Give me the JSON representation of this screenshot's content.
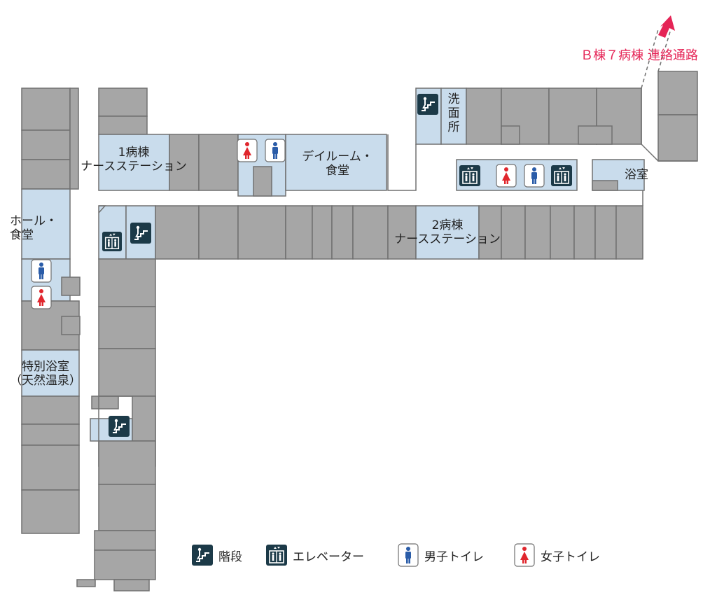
{
  "colors": {
    "room": "#a6a6a6",
    "public_area": "#c9dcec",
    "wall": "#707070",
    "icon_dark": "#1c3a48",
    "male": "#2a5ca8",
    "female": "#e0262d",
    "connector": "#e52456"
  },
  "labels": {
    "ward1_station": "1病棟\nナースステーション",
    "ward2_station": "2病棟\nナースステーション",
    "dayroom": "デイルーム・\n食堂",
    "hall": "ホール・\n食堂",
    "special_bath": "特別浴室\n（天然温泉）",
    "bath": "浴室",
    "washroom": "洗\n面\n所",
    "connector": "Ｂ棟７病棟 連絡通路"
  },
  "icons": {
    "stairs": "stairs-icon",
    "elevator": "elevator-icon",
    "male_toilet": "male-toilet-icon",
    "female_toilet": "female-toilet-icon",
    "arrow": "arrow-up-right-icon"
  },
  "legend": [
    {
      "icon": "stairs",
      "label": "階段"
    },
    {
      "icon": "elevator",
      "label": "エレベーター"
    },
    {
      "icon": "male_toilet",
      "label": "男子トイレ"
    },
    {
      "icon": "female_toilet",
      "label": "女子トイレ"
    }
  ]
}
